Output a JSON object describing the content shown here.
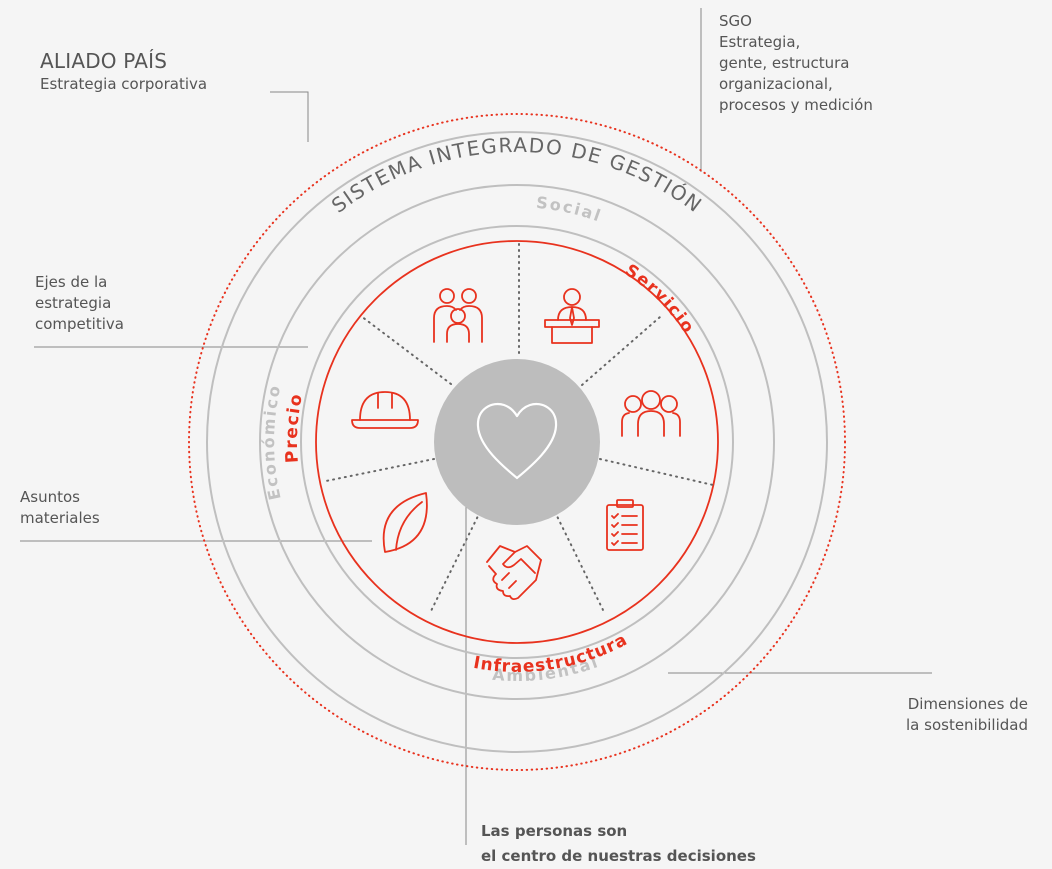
{
  "labels": {
    "aliado_title": "ALIADO PAÍS",
    "aliado_sub": "Estrategia corporativa",
    "sgo": [
      "SGO",
      "Estrategia,",
      "gente, estructura",
      "organizacional,",
      "procesos y medición"
    ],
    "ejes": [
      "Ejes de la",
      "estrategia",
      "competitiva"
    ],
    "asuntos": [
      "Asuntos",
      "materiales"
    ],
    "dimensiones": [
      "Dimensiones de",
      "la sostenibilidad"
    ],
    "personas": [
      "Las personas son",
      "el centro de nuestras decisiones"
    ]
  },
  "rings": {
    "sistema": "SISTEMA INTEGRADO DE GESTIÓN",
    "social": "Social",
    "economico": "Económico",
    "ambiental": "Ambiental",
    "servicio": "Servicio",
    "precio": "Precio",
    "infraestructura": "Infraestructura"
  },
  "colors": {
    "accent": "#e8321e",
    "ring_gray": "#bfbfbf",
    "center": "#bdbdbd",
    "text": "#555555",
    "background": "#f5f5f5"
  },
  "icons": [
    "family-icon",
    "speaker-podium-icon",
    "team-icon",
    "checklist-icon",
    "handshake-icon",
    "leaf-icon",
    "hard-hat-icon",
    "heart-icon"
  ]
}
